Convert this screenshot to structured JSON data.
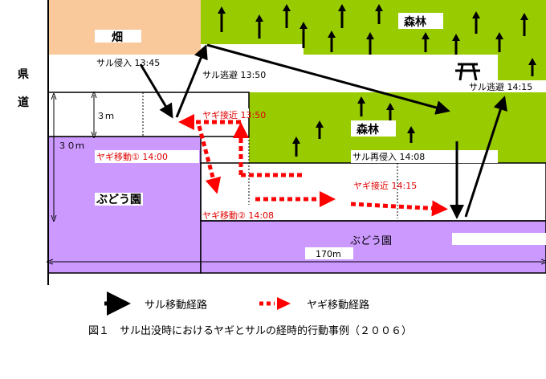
{
  "labels": {
    "field": "畑",
    "forest_top": "森林",
    "forest_mid": "森林",
    "vineyard_left": "ぶどう園",
    "vineyard_bottom": "ぶどう園",
    "road_1": "県",
    "road_2": "道",
    "dim_3m": "３ｍ",
    "dim_30m": "３０ｍ",
    "dim_170m": "170m"
  },
  "events": {
    "monkey_intrude": "サル侵入 13:45",
    "monkey_escape_1": "サル逃避 13:50",
    "goat_approach_1": "ヤギ接近 13:50",
    "goat_move_1": "ヤギ移動① 14:00",
    "monkey_reintrude": "サル再侵入 14:08",
    "goat_move_2": "ヤギ移動② 14:08",
    "goat_approach_2": "ヤギ接近 14:15",
    "monkey_escape_2": "サル逃避 14:15"
  },
  "legend": {
    "monkey_path": "サル移動経路",
    "goat_path": "ヤギ移動経路"
  },
  "caption": "図１　サル出没時におけるヤギとサルの経時的行動事例（２００６）",
  "colors": {
    "field": "#f9c89b",
    "forest": "#99cc00",
    "vineyard": "#cc99ff",
    "goat": "#ff0000",
    "monkey": "#000000"
  }
}
